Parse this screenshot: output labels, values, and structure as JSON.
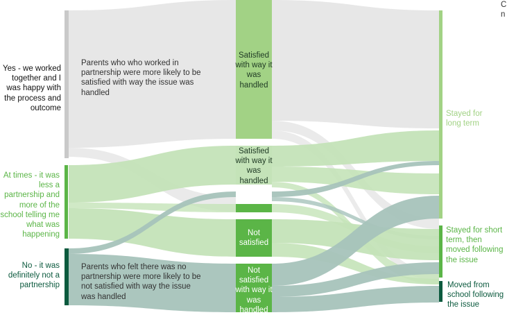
{
  "colors": {
    "grey": "#e6e6e6",
    "grey_node": "#c9c9c9",
    "light_green": "#c4e3b8",
    "green_node": "#a2d285",
    "mid_green": "#7bc065",
    "bright_green": "#5bb547",
    "teal": "#a6c3bb",
    "dark_green": "#0c5a3e",
    "text_dark": "#111111",
    "text_green": "#5bb547",
    "text_teal": "#0c5a3e"
  },
  "left_nodes": {
    "yes": "Yes - we worked together and I was happy with the process and outcome",
    "at_times": "At times - it was less a partnership and more of the school telling me what was happening",
    "no": "No - it was definitely not a partnership"
  },
  "middle_nodes": {
    "satisfied_1": "Satisfied with way it was handled",
    "satisfied_2": "Satisfied with way it was handled",
    "not_satisfied_1": "Not satisfied",
    "not_satisfied_2": "Not satisfied with way it was handled"
  },
  "right_nodes": {
    "long_term": "Stayed for long term",
    "short_term": "Stayed for short term, then moved following the issue",
    "moved": "Moved from school following the issue"
  },
  "annotations": {
    "top": "Parents who who worked in partnership were more likely to be satisfied with way the issue was handled",
    "bottom": "Parents who felt there was no partnership were more likely to be not satisfied with way the issue was handled"
  },
  "cutoff_text": "C\nn"
}
